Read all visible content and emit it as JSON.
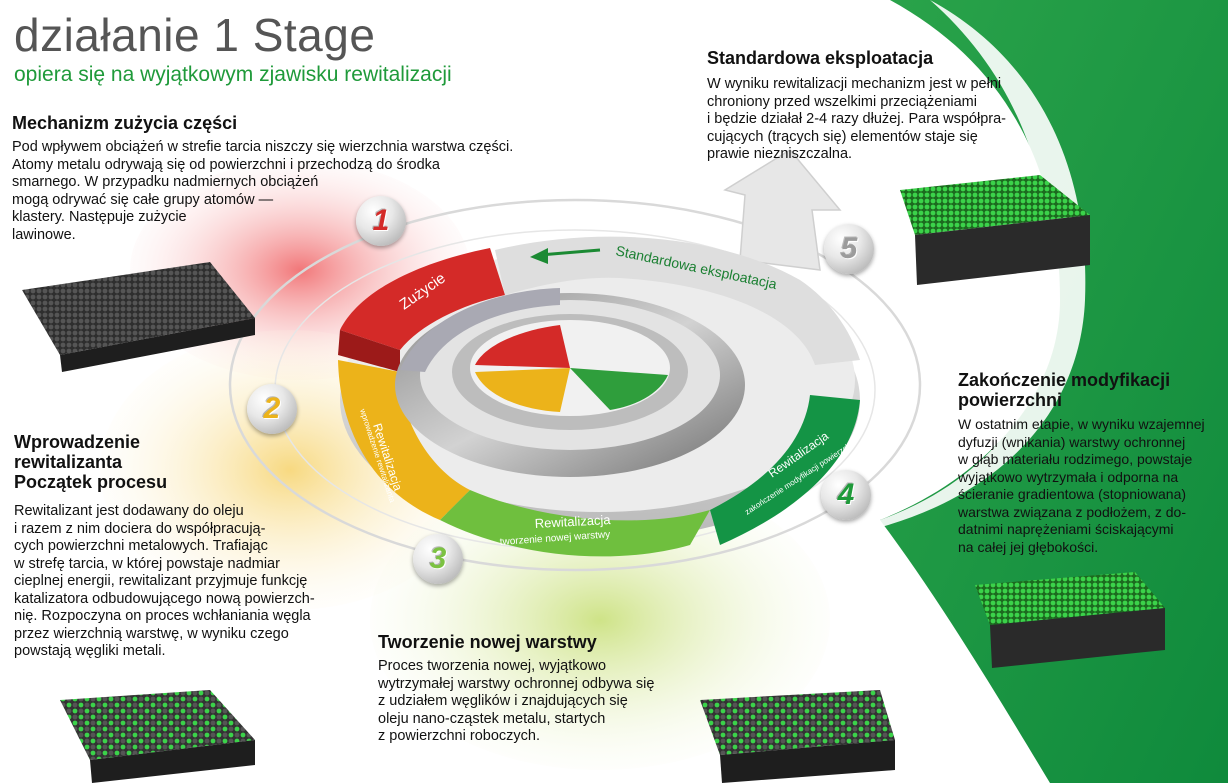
{
  "header": {
    "title": "działanie 1 Stage",
    "subtitle": "opiera się na wyjątkowym zjawisku rewitalizacji"
  },
  "sections": {
    "wear": {
      "heading": "Mechanizm zużycia części",
      "lines": [
        "Pod wpływem obciążeń w strefie tarcia niszczy się  wierzchnia warstwa części.",
        "Atomy metalu odrywają się od powierzchni i przechodzą do środka",
        "smarnego. W przypadku nadmiernych obciążeń",
        "mogą odrywać się całe grupy atomów —",
        "klastery. Następuje zużycie",
        "lawinowe."
      ]
    },
    "intro": {
      "heading_lines": [
        "Wprowadzenie",
        "rewitalizanta",
        "Początek procesu"
      ],
      "lines": [
        "Rewitalizant jest dodawany do oleju",
        "i razem z nim dociera do współpracują-",
        "cych powierzchni metalowych. Trafiając",
        "w strefę tarcia, w której powstaje nadmiar",
        "cieplnej energii, rewitalizant przyjmuje funkcję",
        "katalizatora odbudowującego nową powierzch-",
        "nię. Rozpoczyna on proces wchłaniania węgla",
        "przez wierzchnią warstwę, w wyniku czego",
        "powstają węgliki metali."
      ]
    },
    "new_layer": {
      "heading": "Tworzenie nowej warstwy",
      "lines": [
        "Proces  tworzenia  nowej, wyjątkowo",
        "wytrzymałej warstwy ochronnej odbywa się",
        "z udziałem węglików i znajdujących się",
        "oleju nano-cząstek metalu, startych",
        "z powierzchni roboczych."
      ]
    },
    "finish": {
      "heading_lines": [
        "Zakończenie modyfikacji",
        "powierzchni"
      ],
      "lines": [
        "W ostatnim etapie, w wyniku wzajemnej",
        "dyfuzji (wnikania) warstwy ochronnej",
        "w głąb materiału rodzimego, powstaje",
        "wyjątkowo wytrzymała i odporna na",
        "ścieranie gradientowa (stopniowana)",
        "warstwa związana z podłożem, z do-",
        "datnimi naprężeniami ściskającymi",
        "na całej jej głębokości."
      ]
    },
    "standard": {
      "heading": "Standardowa eksploatacja",
      "lines": [
        "W wyniku rewitalizacji mechanizm jest w pełni",
        "chroniony przed wszelkimi przeciążeniami",
        "i będzie działał 2-4 razy dłużej. Para współpra-",
        "cujących (trących się) elementów staje się",
        "prawie niezniszczalna."
      ]
    }
  },
  "ring": {
    "zuzycie": "Zużycie",
    "stage2_a": "Rewitalizacja",
    "stage2_b": "wprowadzenie rewitalizanta",
    "stage3_a": "Rewitalizacja",
    "stage3_b": "tworzenie nowej warstwy",
    "stage4_a": "Rewitalizacja",
    "stage4_b": "zakończenie modyfikacji powierzchni",
    "standard": "Standardowa eksploatacja"
  },
  "steps": [
    "1",
    "2",
    "3",
    "4",
    "5"
  ],
  "colors": {
    "red": "#d42a28",
    "yellow": "#ecb31a",
    "green": "#2f9e3c",
    "dark_green": "#149445",
    "grey": "#d8d8d8"
  }
}
